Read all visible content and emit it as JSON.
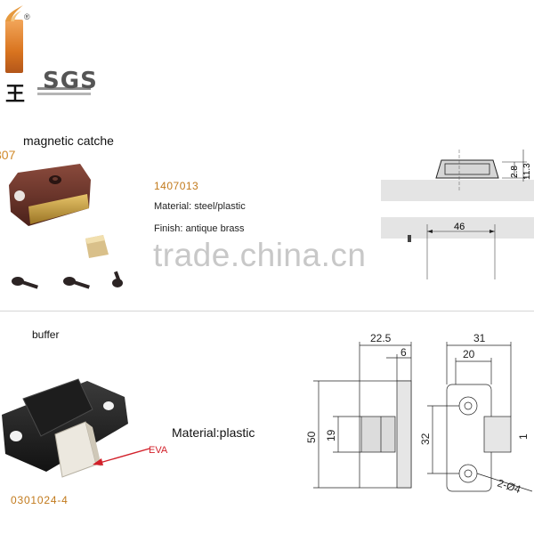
{
  "header": {
    "brand_reg": "®",
    "brand_han": "王",
    "sgs": "SGS",
    "colors": {
      "brand_orange": "#d9741f",
      "sgs_gray": "#555555"
    }
  },
  "product1": {
    "model_partial": "307",
    "title": "magnetic catche",
    "code": "1407013",
    "material": "Material: steel/plastic",
    "finish": "Finish:  antique brass",
    "drawing": {
      "dim_height_a": "2.8",
      "dim_height_b": "11.3",
      "dim_length": "46"
    }
  },
  "watermark": "trade.china.cn",
  "product2": {
    "title": "buffer",
    "code": "0301024-4",
    "material": "Material:plastic",
    "callout": "EVA",
    "drawing": {
      "dim_top_left": "22.5",
      "dim_top_left_inner": "6",
      "dim_height_total": "50",
      "dim_height_inner": "19",
      "dim_top_right": "31",
      "dim_top_right_inner": "20",
      "dim_hole_spacing": "32",
      "dim_holes": "2-Ø4",
      "dim_side_partial": "1"
    }
  }
}
